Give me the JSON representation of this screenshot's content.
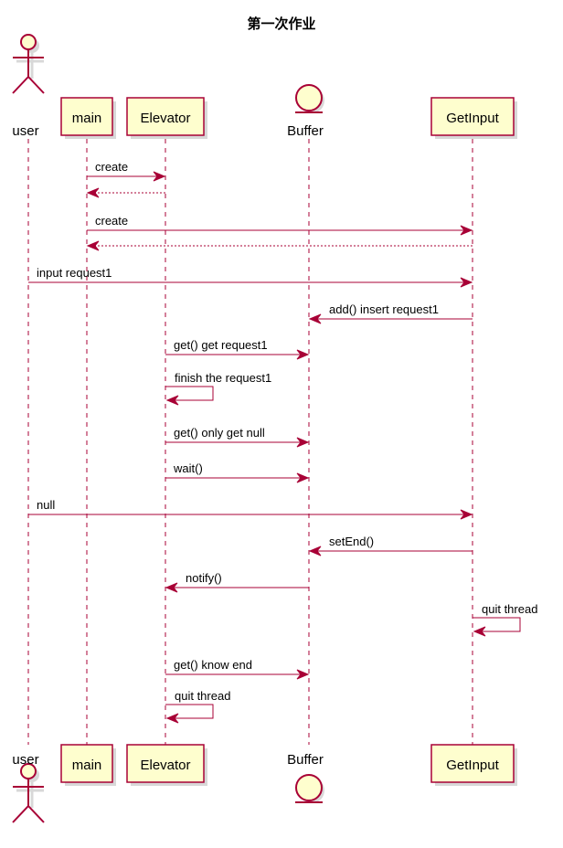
{
  "title": "第一次作业",
  "colors": {
    "line": "#A80036",
    "fill": "#FEFECE",
    "text": "#000000"
  },
  "participants": [
    {
      "id": "user",
      "label": "user",
      "kind": "actor"
    },
    {
      "id": "main",
      "label": "main",
      "kind": "participant"
    },
    {
      "id": "elevator",
      "label": "Elevator",
      "kind": "participant"
    },
    {
      "id": "buffer",
      "label": "Buffer",
      "kind": "entity"
    },
    {
      "id": "getinput",
      "label": "GetInput",
      "kind": "participant"
    }
  ],
  "messages": [
    {
      "from": "main",
      "to": "elevator",
      "label": "create",
      "style": "solid"
    },
    {
      "from": "elevator",
      "to": "main",
      "label": "",
      "style": "dashed"
    },
    {
      "from": "main",
      "to": "getinput",
      "label": "create",
      "style": "solid"
    },
    {
      "from": "getinput",
      "to": "main",
      "label": "",
      "style": "dashed"
    },
    {
      "from": "user",
      "to": "getinput",
      "label": "input request1",
      "style": "solid"
    },
    {
      "from": "getinput",
      "to": "buffer",
      "label": "add() insert request1",
      "style": "solid"
    },
    {
      "from": "elevator",
      "to": "buffer",
      "label": "get() get request1",
      "style": "solid"
    },
    {
      "from": "elevator",
      "to": "elevator",
      "label": "finish the request1",
      "style": "solid"
    },
    {
      "from": "elevator",
      "to": "buffer",
      "label": "get() only get null",
      "style": "solid"
    },
    {
      "from": "elevator",
      "to": "buffer",
      "label": "wait()",
      "style": "solid"
    },
    {
      "from": "user",
      "to": "getinput",
      "label": "null",
      "style": "solid"
    },
    {
      "from": "getinput",
      "to": "buffer",
      "label": "setEnd()",
      "style": "solid"
    },
    {
      "from": "buffer",
      "to": "elevator",
      "label": "notify()",
      "style": "solid"
    },
    {
      "from": "getinput",
      "to": "getinput",
      "label": "quit thread",
      "style": "solid"
    },
    {
      "from": "elevator",
      "to": "buffer",
      "label": "get() know end",
      "style": "solid"
    },
    {
      "from": "elevator",
      "to": "elevator",
      "label": "quit thread",
      "style": "solid"
    }
  ]
}
